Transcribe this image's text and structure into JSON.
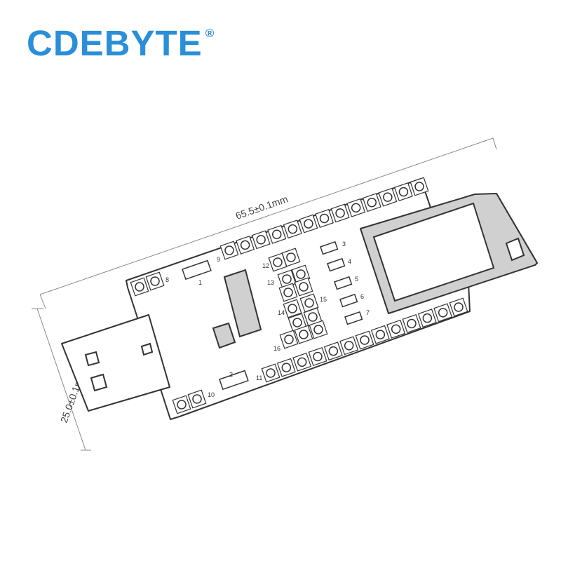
{
  "brand": {
    "name": "CDEBYTE",
    "registered": "®",
    "color": "#2A8FD8"
  },
  "dimensions": {
    "length": "65.5±0.1mm",
    "width": "25.0±0.1mm"
  },
  "board": {
    "pin_labels": [
      "1",
      "2",
      "3",
      "4",
      "5",
      "6",
      "7",
      "8",
      "9",
      "10",
      "11",
      "12",
      "13",
      "14",
      "15",
      "16"
    ]
  },
  "colors": {
    "line": "#333333",
    "fill": "#d0d0d0",
    "dim_line": "#888888"
  }
}
